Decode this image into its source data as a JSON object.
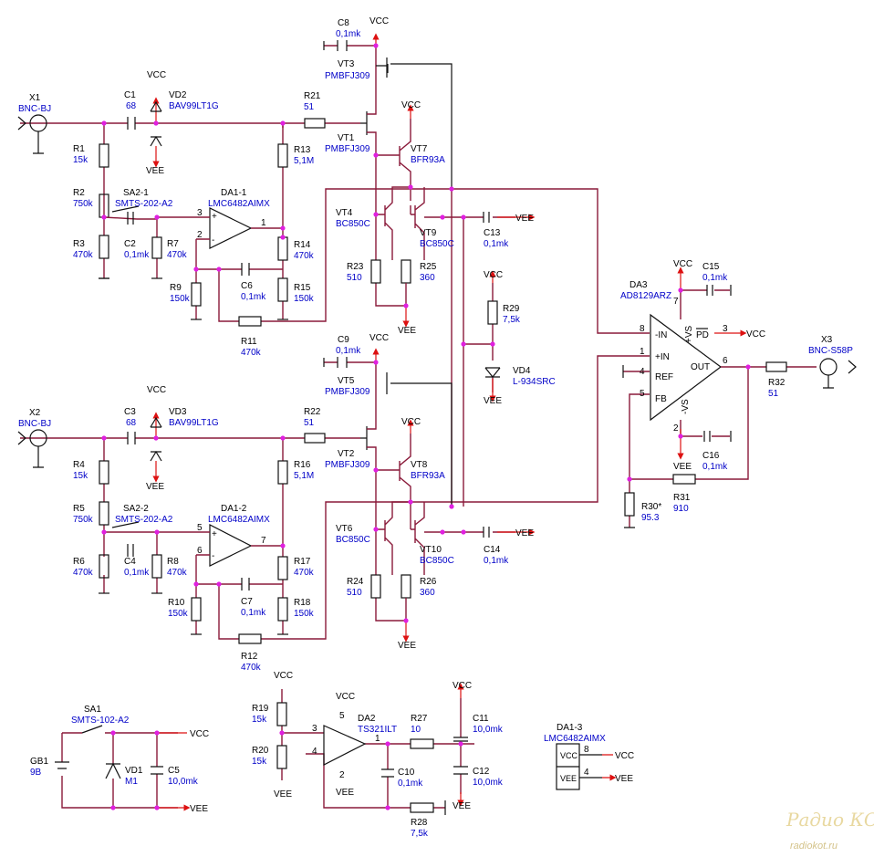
{
  "components": {
    "x1": [
      "X1",
      "BNC-BJ"
    ],
    "x2": [
      "X2",
      "BNC-BJ"
    ],
    "x3": [
      "X3",
      "BNC-S58P"
    ],
    "c1": [
      "C1",
      "68"
    ],
    "c2": [
      "C2",
      "0,1mk"
    ],
    "c3": [
      "C3",
      "68"
    ],
    "c4": [
      "C4",
      "0,1mk"
    ],
    "c5": [
      "C5",
      "10,0mk"
    ],
    "c6": [
      "C6",
      "0,1mk"
    ],
    "c7": [
      "C7",
      "0,1mk"
    ],
    "c8": [
      "C8",
      "0,1mk"
    ],
    "c9": [
      "C9",
      "0,1mk"
    ],
    "c10": [
      "C10",
      "0,1mk"
    ],
    "c11": [
      "C11",
      "10,0mk"
    ],
    "c12": [
      "C12",
      "10,0mk"
    ],
    "c13": [
      "C13",
      "0,1mk"
    ],
    "c14": [
      "C14",
      "0,1mk"
    ],
    "c15": [
      "C15",
      "0,1mk"
    ],
    "c16": [
      "C16",
      "0,1mk"
    ],
    "r1": [
      "R1",
      "15k"
    ],
    "r2": [
      "R2",
      "750k"
    ],
    "r3": [
      "R3",
      "470k"
    ],
    "r4": [
      "R4",
      "15k"
    ],
    "r5": [
      "R5",
      "750k"
    ],
    "r6": [
      "R6",
      "470k"
    ],
    "r7": [
      "R7",
      "470k"
    ],
    "r8": [
      "R8",
      "470k"
    ],
    "r9": [
      "R9",
      "150k"
    ],
    "r10": [
      "R10",
      "150k"
    ],
    "r11": [
      "R11",
      "470k"
    ],
    "r12": [
      "R12",
      "470k"
    ],
    "r13": [
      "R13",
      "5,1M"
    ],
    "r14": [
      "R14",
      "470k"
    ],
    "r15": [
      "R15",
      "150k"
    ],
    "r16": [
      "R16",
      "5,1M"
    ],
    "r17": [
      "R17",
      "470k"
    ],
    "r18": [
      "R18",
      "150k"
    ],
    "r19": [
      "R19",
      "15k"
    ],
    "r20": [
      "R20",
      "15k"
    ],
    "r21": [
      "R21",
      "51"
    ],
    "r22": [
      "R22",
      "51"
    ],
    "r23": [
      "R23",
      "510"
    ],
    "r24": [
      "R24",
      "510"
    ],
    "r25": [
      "R25",
      "360"
    ],
    "r26": [
      "R26",
      "360"
    ],
    "r27": [
      "R27",
      "10"
    ],
    "r28": [
      "R28",
      "7,5k"
    ],
    "r29": [
      "R29",
      "7,5k"
    ],
    "r30": [
      "R30*",
      "95.3"
    ],
    "r31": [
      "R31",
      "910"
    ],
    "r32": [
      "R32",
      "51"
    ],
    "vd1": [
      "VD1",
      "M1"
    ],
    "vd2": [
      "VD2",
      "BAV99LT1G"
    ],
    "vd3": [
      "VD3",
      "BAV99LT1G"
    ],
    "vd4": [
      "VD4",
      "L-934SRC"
    ],
    "vt1": [
      "VT1",
      "PMBFJ309"
    ],
    "vt2": [
      "VT2",
      "PMBFJ309"
    ],
    "vt3": [
      "VT3",
      "PMBFJ309"
    ],
    "vt5": [
      "VT5",
      "PMBFJ309"
    ],
    "vt4": [
      "VT4",
      "BC850C"
    ],
    "vt6": [
      "VT6",
      "BC850C"
    ],
    "vt7": [
      "VT7",
      "BFR93A"
    ],
    "vt8": [
      "VT8",
      "BFR93A"
    ],
    "vt9": [
      "VT9",
      "BC850C"
    ],
    "vt10": [
      "VT10",
      "BC850C"
    ],
    "sa21": [
      "SA2-1",
      "SMTS-202-A2"
    ],
    "sa22": [
      "SA2-2",
      "SMTS-202-A2"
    ],
    "sa1": [
      "SA1",
      "SMTS-102-A2"
    ],
    "gb1": [
      "GB1",
      "9B"
    ],
    "da11": [
      "DA1-1",
      "LMC6482AIMX"
    ],
    "da12": [
      "DA1-2",
      "LMC6482AIMX"
    ],
    "da13": [
      "DA1-3",
      "LMC6482AIMX"
    ],
    "da2": [
      "DA2",
      "TS321ILT"
    ],
    "da3": [
      "DA3",
      "AD8129ARZ"
    ]
  },
  "rails": {
    "vcc": "VCC",
    "vee": "VEE"
  },
  "pins": {
    "da11": [
      "3",
      "2",
      "1"
    ],
    "da12": [
      "5",
      "6",
      "7"
    ],
    "da2": [
      "3",
      "4",
      "1",
      "5",
      "2"
    ],
    "da3": [
      "8",
      "1",
      "4",
      "5",
      "7",
      "2",
      "3",
      "6"
    ],
    "da13": [
      "8",
      "4"
    ]
  },
  "da3_labels": {
    "inm": "-IN",
    "inp": "+IN",
    "ref": "REF",
    "fb": "FB",
    "vsp": "+VS",
    "vsm": "-VS",
    "pd": "PD",
    "out": "OUT"
  },
  "da13_labels": {
    "vcc": "VCC",
    "vee": "VEE"
  },
  "watermark": {
    "logo": "Радио КОТ",
    "url": "radiokot.ru"
  }
}
